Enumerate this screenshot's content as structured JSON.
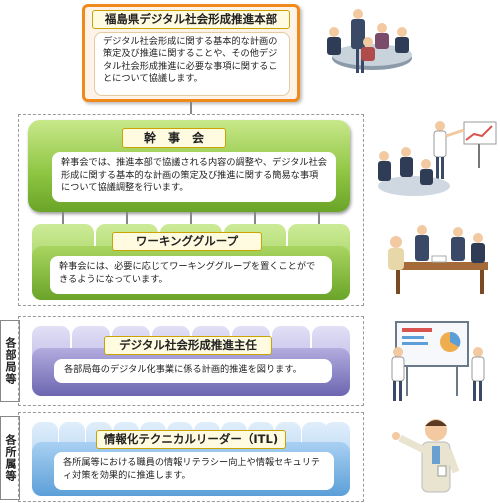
{
  "hq": {
    "title": "福島県デジタル社会形成推進本部",
    "description": "デジタル社会形成に関する基本的な計画の策定及び推進に関することや、その他デジタル社会形成推進に必要な事項に関することについて協議します。"
  },
  "secretariat": {
    "title": "幹　事　会",
    "description": "幹事会では、推進本部で協議される内容の調整や、デジタル社会形成に関する基本的な計画の策定及び推進に関する簡易な事項について協議調整を行います。"
  },
  "working_group": {
    "title": "ワーキンググループ",
    "description": "幹事会には、必要に応じてワーキンググループを置くことができるようになっています。"
  },
  "departments": {
    "side_label": "各部局等",
    "title": "デジタル社会形成推進主任",
    "description": "各部局毎のデジタル化事業に係る計画的推進を図ります。"
  },
  "offices": {
    "side_label": "各所属等",
    "title": "情報化テクニカルリーダー（ITL)",
    "description": "各所属等における職員の情報リテラシー向上や情報セキュリティ対策を効果的に推進します。"
  },
  "colors": {
    "hq_border": "#f08a1c",
    "green_light": "#b4dc6c",
    "green_dark": "#6aa428",
    "purple_light": "#c8c4ea",
    "purple_dark": "#6d66b0",
    "blue_light": "#c6e0f6",
    "blue_dark": "#5c9fd8"
  },
  "illustrations": [
    "meeting-illustration",
    "presentation-illustration",
    "discussion-illustration",
    "whiteboard-illustration",
    "pointing-man-illustration"
  ]
}
